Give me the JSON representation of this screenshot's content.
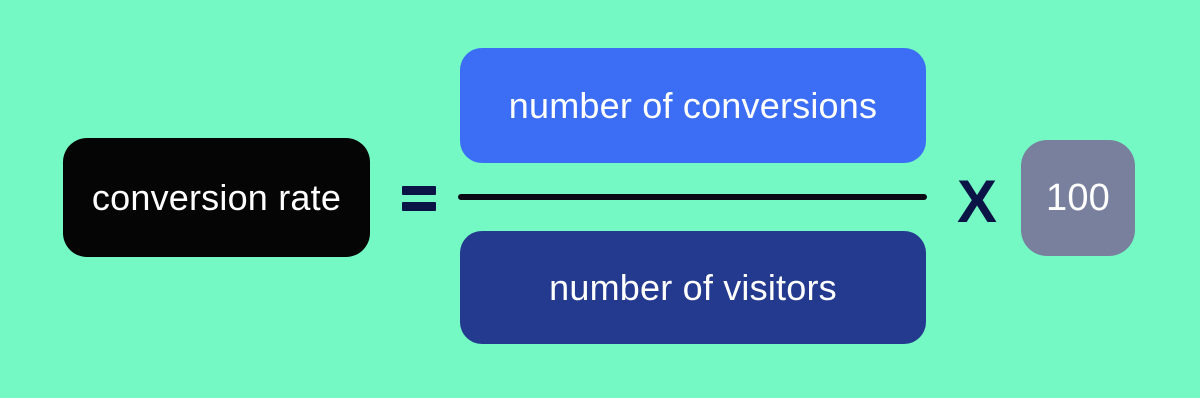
{
  "formula": {
    "result_label": "conversion rate",
    "equals_symbol": "=",
    "numerator_label": "number of conversions",
    "denominator_label": "number of visitors",
    "multiply_symbol": "X",
    "multiplier_value": "100"
  },
  "colors": {
    "background": "#74f9c4",
    "result_box": "#050505",
    "numerator_box": "#3b6ef5",
    "denominator_box": "#233a8e",
    "multiplier_box": "#79809e",
    "operator": "#0a1445",
    "fraction_line": "#0a0a14",
    "text": "#ffffff"
  }
}
